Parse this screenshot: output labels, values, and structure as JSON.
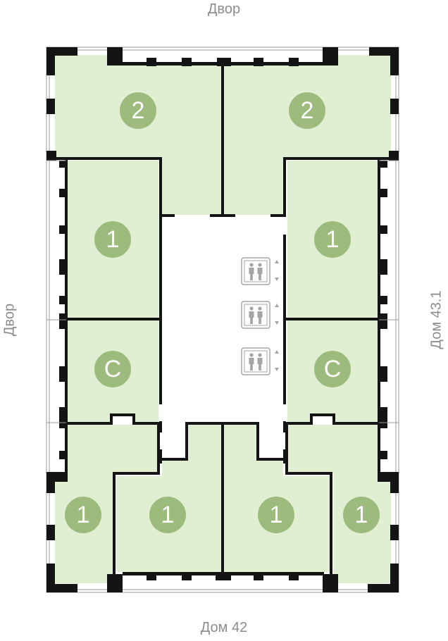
{
  "labels": {
    "top": "Двор",
    "left": "Двор",
    "right": "Дом 43.1",
    "bottom": "Дом 42"
  },
  "colors": {
    "apartment_fill": "#e0eed2",
    "badge": "#9cbb7c",
    "wall": "#141414",
    "label": "#8c8c8c",
    "elevator": "#a5a5a5"
  },
  "apartments": [
    {
      "id": "apt-top-left",
      "rooms": "2"
    },
    {
      "id": "apt-top-right",
      "rooms": "2"
    },
    {
      "id": "apt-left-upper",
      "rooms": "1"
    },
    {
      "id": "apt-right-upper",
      "rooms": "1"
    },
    {
      "id": "apt-left-studio",
      "rooms": "С"
    },
    {
      "id": "apt-right-studio",
      "rooms": "С"
    },
    {
      "id": "apt-bottom-far-left",
      "rooms": "1"
    },
    {
      "id": "apt-bottom-center-left",
      "rooms": "1"
    },
    {
      "id": "apt-bottom-center-right",
      "rooms": "1"
    },
    {
      "id": "apt-bottom-far-right",
      "rooms": "1"
    }
  ],
  "elevators": [
    {
      "id": "elevator-1",
      "icon": "elevator-people-icon"
    },
    {
      "id": "elevator-2",
      "icon": "elevator-people-icon"
    },
    {
      "id": "elevator-3",
      "icon": "elevator-people-icon"
    }
  ]
}
